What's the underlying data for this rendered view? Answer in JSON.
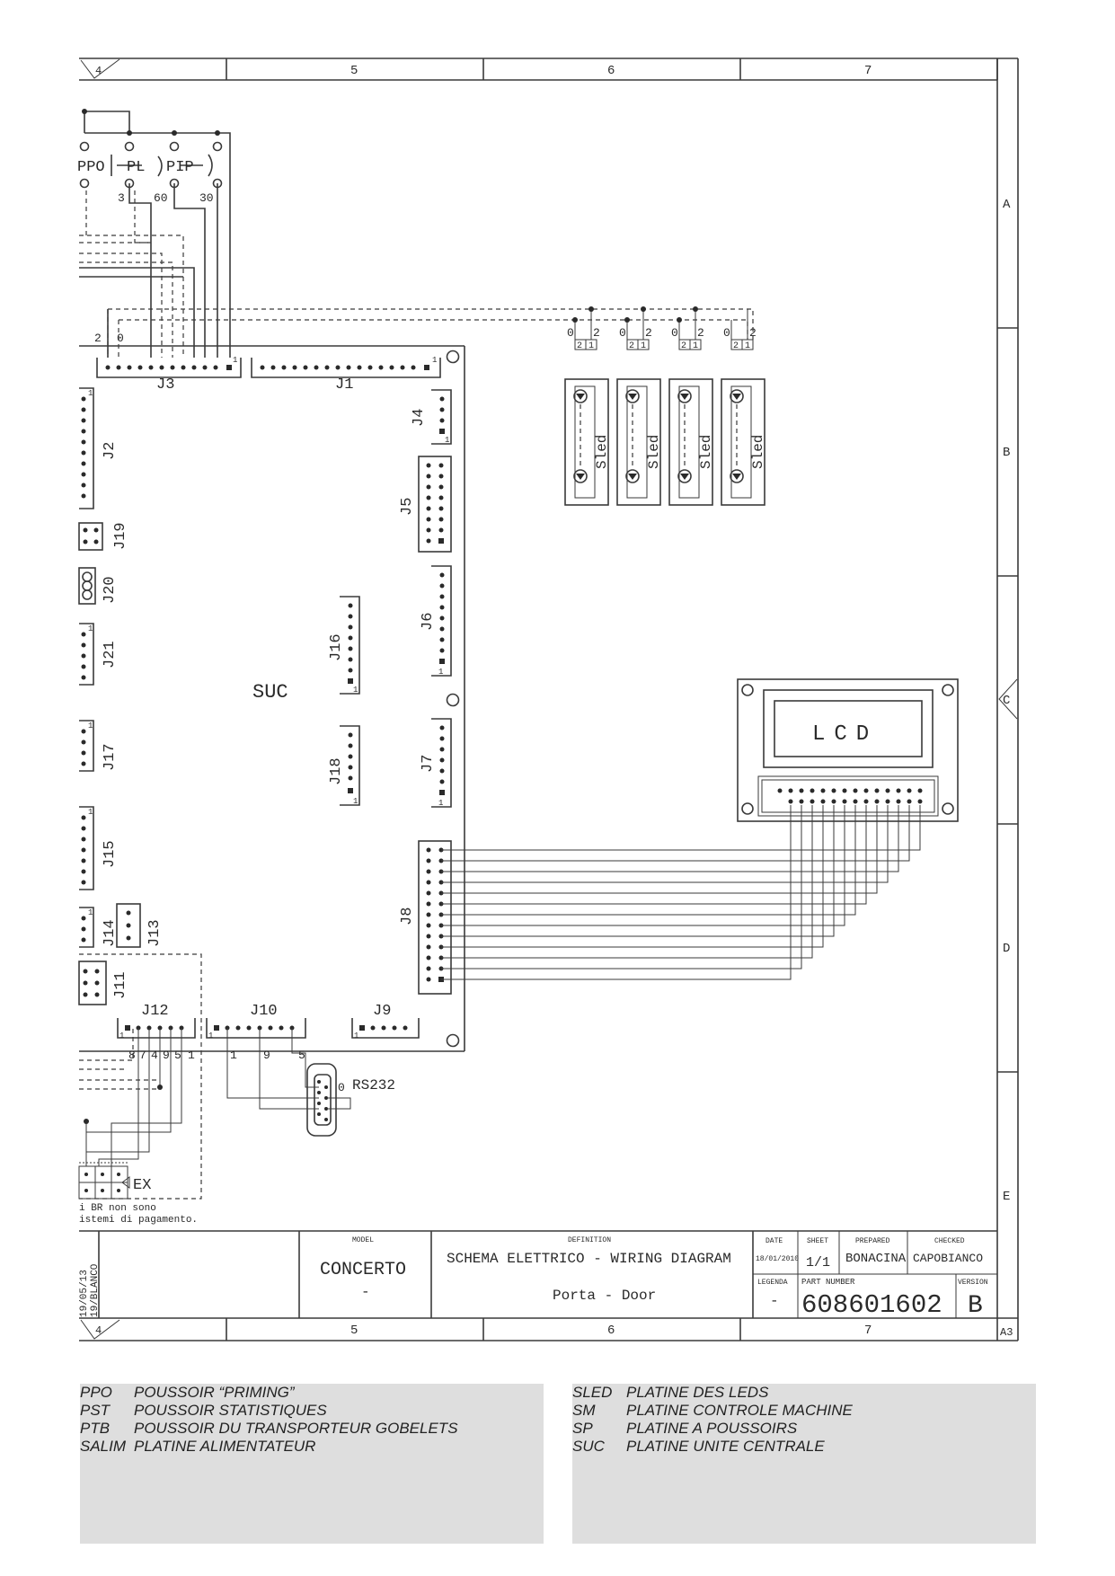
{
  "frame": {
    "column_labels": [
      "4",
      "5",
      "6",
      "7"
    ],
    "row_labels": [
      "A",
      "B",
      "C",
      "D",
      "E"
    ],
    "sheet_size": "A3"
  },
  "diagram": {
    "board_label": "SUC",
    "connectors": [
      "J1",
      "J2",
      "J3",
      "J4",
      "J5",
      "J6",
      "J7",
      "J8",
      "J9",
      "J10",
      "J11",
      "J12",
      "J13",
      "J14",
      "J15",
      "J16",
      "J17",
      "J18",
      "J19",
      "J20",
      "J21"
    ],
    "pin_one_mark": "1",
    "switches": [
      "PPO",
      "PL",
      "PIP"
    ],
    "switch_numbers": [
      "3",
      "60",
      "30"
    ],
    "j3_wire_numbers": [
      "2",
      "0"
    ],
    "led_boards": [
      {
        "label": "Sled",
        "wire_numbers": [
          "0",
          "2"
        ],
        "terminals": [
          "2",
          "1"
        ]
      },
      {
        "label": "Sled",
        "wire_numbers": [
          "0",
          "2"
        ],
        "terminals": [
          "2",
          "1"
        ]
      },
      {
        "label": "Sled",
        "wire_numbers": [
          "0",
          "2"
        ],
        "terminals": [
          "2",
          "1"
        ]
      },
      {
        "label": "Sled",
        "wire_numbers": [
          "0",
          "2"
        ],
        "terminals": [
          "2",
          "1"
        ]
      }
    ],
    "display_label": "LCD",
    "rs232_label": "RS232",
    "rs232_wire": "0",
    "j12_wire_numbers": [
      "8",
      "7",
      "4",
      "9",
      "5",
      "1"
    ],
    "j10_wire_numbers": [
      "1",
      "9",
      "5"
    ],
    "ex_label": "EX",
    "note_lines": [
      "i BR non sono",
      "istemi di pagamento."
    ]
  },
  "title_block": {
    "model_caption": "MODEL",
    "model": "CONCERTO",
    "model_sub": "-",
    "definition_caption": "DEFINITION",
    "definition": "SCHEMA ELETTRICO - WIRING DIAGRAM",
    "definition_sub": "Porta - Door",
    "date_caption": "DATE",
    "date": "18/01/2010",
    "sheet_caption": "SHEET",
    "sheet": "1/1",
    "prepared_caption": "PREPARED",
    "prepared": "BONACINA",
    "checked_caption": "CHECKED",
    "checked": "CAPOBIANCO",
    "legenda_caption": "LEGENDA",
    "legenda": "-",
    "part_number_caption": "PART NUMBER",
    "part_number": "608601602",
    "version_caption": "VERSION",
    "version": "B",
    "side_text": [
      "19/05/13",
      "19/BLANCO"
    ]
  },
  "legend": {
    "left": [
      {
        "code": "PPO",
        "text": "POUSSOIR “PRIMING”"
      },
      {
        "code": "PST",
        "text": "POUSSOIR STATISTIQUES"
      },
      {
        "code": "PTB",
        "text": "POUSSOIR DU TRANSPORTEUR GOBELETS"
      },
      {
        "code": "SALIM",
        "text": "PLATINE ALIMENTATEUR"
      }
    ],
    "right": [
      {
        "code": "SLED",
        "text": "PLATINE DES LEDS"
      },
      {
        "code": "SM",
        "text": "PLATINE CONTROLE MACHINE"
      },
      {
        "code": "SP",
        "text": "PLATINE A POUSSOIRS"
      },
      {
        "code": "SUC",
        "text": "PLATINE UNITE CENTRALE"
      }
    ]
  },
  "colors": {
    "ink": "#2a2a2a",
    "legend_bg": "#dedede"
  }
}
